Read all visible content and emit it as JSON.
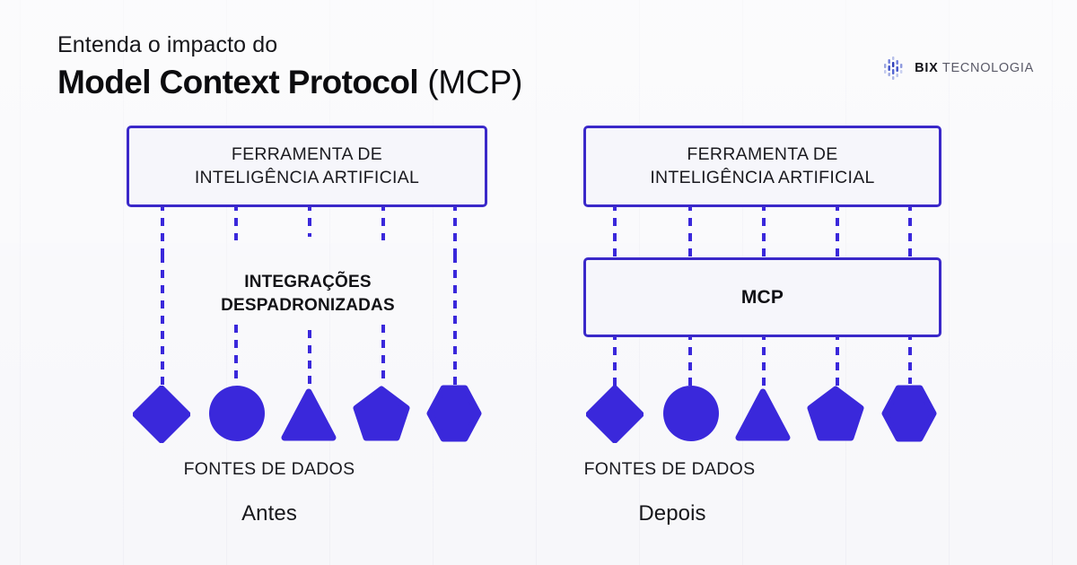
{
  "header": {
    "kicker": "Entenda o impacto do",
    "title_strong": "Model Context Protocol",
    "title_light": "(MCP)"
  },
  "logo": {
    "mark_icon": "bix-dots-icon",
    "brand": "BIX",
    "suffix": "TECNOLOGIA"
  },
  "colors": {
    "accent_fill": "#3a28db",
    "accent_border": "#3a28c9",
    "background": "#f7f7fa",
    "box_background": "#f6f6fb",
    "text": "#17171b"
  },
  "panels": [
    {
      "id": "antes",
      "caption": "Antes",
      "ai_box_label": "FERRAMENTA DE\nINTELIGÊNCIA ARTIFICIAL",
      "ai_box_line1": "FERRAMENTA DE",
      "ai_box_line2": "INTELIGÊNCIA ARTIFICIAL",
      "middle_label_line1": "INTEGRAÇÕES",
      "middle_label_line2": "DESPADRONIZADAS",
      "has_mcp_box": false,
      "mcp_box_label": "",
      "sources_label": "FONTES DE DADOS",
      "shapes": [
        "diamond",
        "circle",
        "triangle",
        "pentagon",
        "hexagon"
      ],
      "connector_count": 5
    },
    {
      "id": "depois",
      "caption": "Depois",
      "ai_box_label": "FERRAMENTA DE\nINTELIGÊNCIA ARTIFICIAL",
      "ai_box_line1": "FERRAMENTA DE",
      "ai_box_line2": "INTELIGÊNCIA ARTIFICIAL",
      "middle_label_line1": "",
      "middle_label_line2": "",
      "has_mcp_box": true,
      "mcp_box_label": "MCP",
      "sources_label": "FONTES DE DADOS",
      "shapes": [
        "diamond",
        "circle",
        "triangle",
        "pentagon",
        "hexagon"
      ],
      "connector_count": 5
    }
  ]
}
